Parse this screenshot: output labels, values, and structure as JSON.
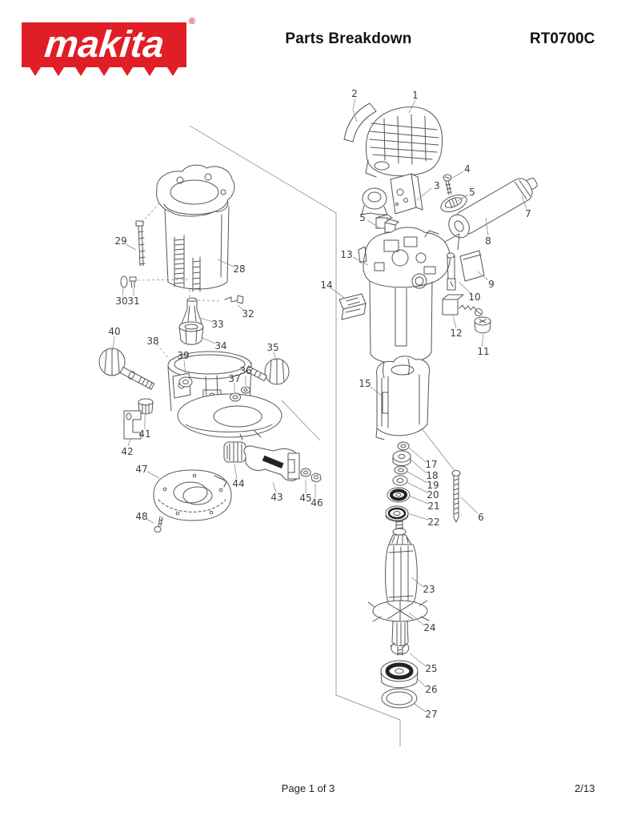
{
  "header": {
    "brand": "makita",
    "registered_mark": "®",
    "title": "Parts Breakdown",
    "model": "RT0700C"
  },
  "footer": {
    "page_label": "Page 1 of 3",
    "sheet_label": "2/13"
  },
  "colors": {
    "brand_red": "#e01e25",
    "drawing_line": "#555555",
    "text": "#111111"
  },
  "diagram": {
    "callouts": [
      "2",
      "1",
      "4",
      "3",
      "5",
      "5",
      "7",
      "8",
      "13",
      "9",
      "10",
      "12",
      "11",
      "14",
      "15",
      "17",
      "18",
      "19",
      "20",
      "21",
      "22",
      "6",
      "23",
      "24",
      "25",
      "26",
      "27",
      "28",
      "29",
      "30",
      "31",
      "32",
      "33",
      "34",
      "40",
      "38",
      "39",
      "35",
      "36",
      "37",
      "41",
      "42",
      "47",
      "48",
      "44",
      "43",
      "45",
      "46"
    ]
  }
}
